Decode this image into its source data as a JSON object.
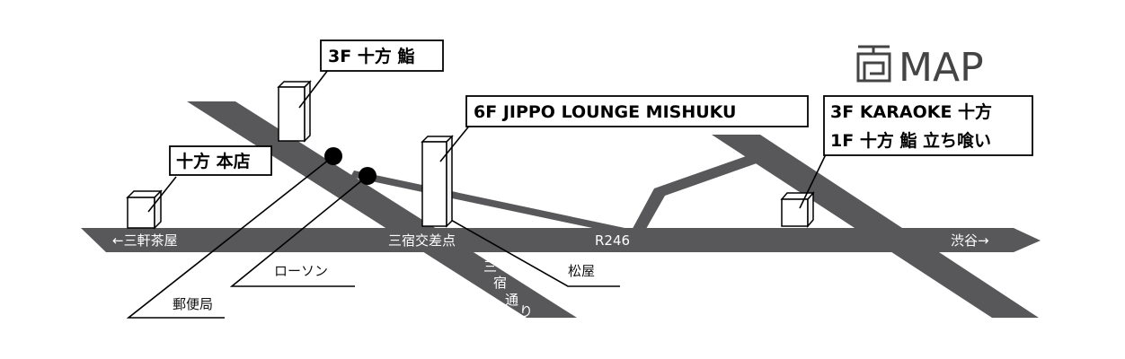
{
  "title": {
    "icon": "map-icon",
    "text": "MAP"
  },
  "road_labels": {
    "west": "←三軒茶屋",
    "intersection": "三宿交差点",
    "route": "R246",
    "east": "渋谷→"
  },
  "side_street": {
    "chars": [
      "三",
      "宿",
      "通",
      "り"
    ]
  },
  "landmarks": {
    "lawson": "ローソン",
    "post_office": "郵便局",
    "matsuya": "松屋"
  },
  "locations": {
    "sushi_3f": "3F 十方 鮨",
    "honten": "十方 本店",
    "lounge": "6F JIPPO LOUNGE MISHUKU",
    "karaoke_line1": "3F KARAOKE 十方",
    "karaoke_line2": "1F 十方 鮨 立ち喰い"
  },
  "colors": {
    "road": "#58585a",
    "text": "#000000",
    "background": "#ffffff"
  }
}
